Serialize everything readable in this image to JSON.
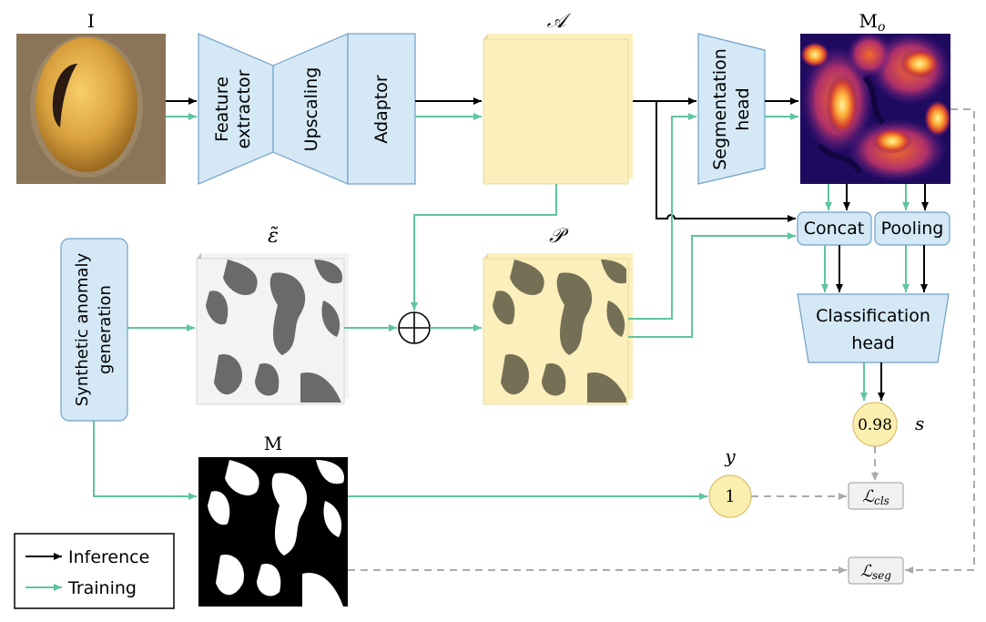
{
  "labels": {
    "input": "I",
    "feature_extractor_line1": "Feature",
    "feature_extractor_line2": "extractor",
    "upscaling": "Upscaling",
    "adaptor": "Adaptor",
    "adapted_features": "𝒜",
    "perturbed_features": "𝒫",
    "noise": "ε̃",
    "segmentation_head_line1": "Segmentation",
    "segmentation_head_line2": "head",
    "output_map": "M",
    "output_map_sub": "o",
    "concat": "Concat",
    "pooling": "Pooling",
    "classification_head_line1": "Classification",
    "classification_head_line2": "head",
    "score_value": "0.98",
    "score_symbol": "s",
    "synthetic_line1": "Synthetic anomaly",
    "synthetic_line2": "generation",
    "mask": "M",
    "target_label": "y",
    "target_value": "1",
    "loss_cls_main": "ℒ",
    "loss_cls_sub": "cls",
    "loss_seg_main": "ℒ",
    "loss_seg_sub": "seg"
  },
  "legend": {
    "inference": "Inference",
    "training": "Training"
  },
  "colors": {
    "inference": "#000000",
    "training": "#5ec4a0",
    "loss": "#aaaaaa",
    "module_fill": "#d4e8f5",
    "module_stroke": "#6fa0c9",
    "feature_fill": "#fbefbb",
    "feature_side": "#eadc9c",
    "value_fill": "#fbefb0",
    "value_stroke": "#d8c06a",
    "noise_fill": "#f3f3f3",
    "blob": "#6a6a6a"
  }
}
